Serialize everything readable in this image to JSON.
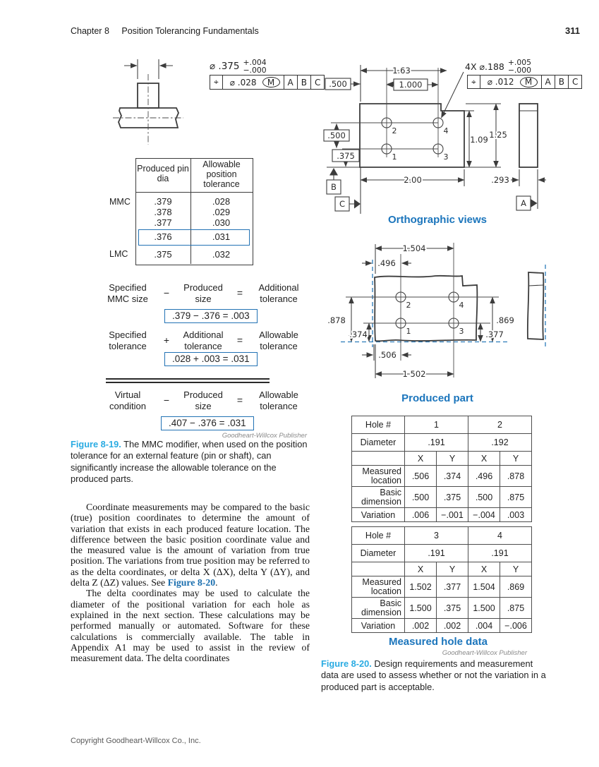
{
  "page": {
    "chapter": "Chapter 8",
    "title": "Position Tolerancing Fundamentals",
    "page_number": "311",
    "footer": "Copyright Goodheart-Willcox Co., Inc.",
    "publisher_credit": "Goodheart-Willcox Publisher"
  },
  "colors": {
    "figure_label_blue": "#29abe2",
    "heading_blue": "#1b75bc",
    "highlight_box_blue": "#2272b4",
    "drawing_dash_blue": "#2b7bba"
  },
  "pin_figure": {
    "diameter": "⌀ .375",
    "tol_plus": "+.004",
    "tol_minus": "−.000",
    "fcf_tol": "⌀ .028",
    "fcf_mod": "M",
    "datum_a": "A",
    "datum_b": "B",
    "datum_c": "C"
  },
  "pin_table": {
    "header1": "Produced pin dia",
    "header2": "Allowable position tolerance",
    "mmc": "MMC",
    "lmc": "LMC",
    "rows": [
      [
        ".379",
        ".028"
      ],
      [
        ".378",
        ".029"
      ],
      [
        ".377",
        ".030"
      ],
      [
        ".376",
        ".031"
      ],
      [
        ".375",
        ".032"
      ]
    ]
  },
  "equations": {
    "eq1": {
      "a1": "Specified",
      "a2": "MMC size",
      "op1": "−",
      "b1": "Produced",
      "b2": "size",
      "op2": "=",
      "c1": "Additional",
      "c2": "tolerance",
      "result": ".379 − .376 = .003"
    },
    "eq2": {
      "a1": "Specified",
      "a2": "tolerance",
      "op1": "+",
      "b1": "Additional",
      "b2": "tolerance",
      "op2": "=",
      "c1": "Allowable",
      "c2": "tolerance",
      "result": ".028 + .003 = .031"
    },
    "eq3": {
      "a1": "Virtual",
      "a2": "condition",
      "op1": "−",
      "b1": "Produced",
      "b2": "size",
      "op2": "=",
      "c1": "Allowable",
      "c2": "tolerance",
      "result": ".407 − .376  =  .031"
    }
  },
  "figure19": {
    "label": "Figure 8-19.",
    "text": " The MMC modifier, when used on the position tolerance for an external feature (pin or shaft), can significantly increase the allowable tolerance on the produced parts."
  },
  "body": {
    "p1_before": "Coordinate measurements may be compared to the basic (true) position coordinates to determine the amount of variation that exists in each produced feature location. The difference between the basic position coordinate value and the measured value is the amount of variation from true position. The variations from true position may be referred to as the delta coordinates, or delta X (ΔX), delta Y (ΔY), and delta Z (ΔZ) values. See ",
    "p1_link": "Figure 8-20",
    "p1_after": ".",
    "p2": "The delta coordinates may be used to calculate the diameter of the positional variation for each hole as explained in the next section. These calculations may be performed manually or automated. Software for these calculations is commercially available. The table in Appendix A1 may be used to assist in the review of measurement data. The delta coordinates"
  },
  "ortho": {
    "caption": "Orthographic views",
    "d163": "1.63",
    "d500a": ".500",
    "d1000": "1.000",
    "d500b": ".500",
    "d375": ".375",
    "d200": "2.00",
    "d109": "1.09",
    "d125": "1.25",
    "d293": ".293",
    "note4x": "4X ⌀.188",
    "tol_plus": "+.005",
    "tol_minus": "−.000",
    "fcf_tol": "⌀ .012",
    "fcf_mod": "M",
    "datum_a": "A",
    "datum_b": "B",
    "datum_c": "C",
    "h1": "1",
    "h2": "2",
    "h3": "3",
    "h4": "4"
  },
  "produced": {
    "caption": "Produced part",
    "d1504": "1.504",
    "d496": ".496",
    "d878": ".878",
    "d374": ".374",
    "d869": ".869",
    "d377": ".377",
    "d506": ".506",
    "d1502": "1 502",
    "h1": "1",
    "h2": "2",
    "h3": "3",
    "h4": "4"
  },
  "hole_tables": {
    "caption": "Measured hole data",
    "row_labels": {
      "hole": "Hole #",
      "diameter": "Diameter",
      "measured": "Measured location",
      "basic": "Basic dimension",
      "variation": "Variation"
    },
    "axis": [
      "X",
      "Y",
      "X",
      "Y"
    ],
    "tables": [
      {
        "holes": [
          "1",
          "2"
        ],
        "diameters": [
          ".191",
          ".192"
        ],
        "measured": [
          ".506",
          ".374",
          ".496",
          ".878"
        ],
        "basic": [
          ".500",
          ".375",
          ".500",
          ".875"
        ],
        "variation": [
          ".006",
          "−.001",
          "−.004",
          ".003"
        ]
      },
      {
        "holes": [
          "3",
          "4"
        ],
        "diameters": [
          ".191",
          ".191"
        ],
        "measured": [
          "1.502",
          ".377",
          "1.504",
          ".869"
        ],
        "basic": [
          "1.500",
          ".375",
          "1.500",
          ".875"
        ],
        "variation": [
          ".002",
          ".002",
          ".004",
          "−.006"
        ]
      }
    ]
  },
  "figure20": {
    "label": "Figure 8-20.",
    "text": " Design requirements and measurement data are used to assess whether or not the variation in a produced part is acceptable."
  }
}
